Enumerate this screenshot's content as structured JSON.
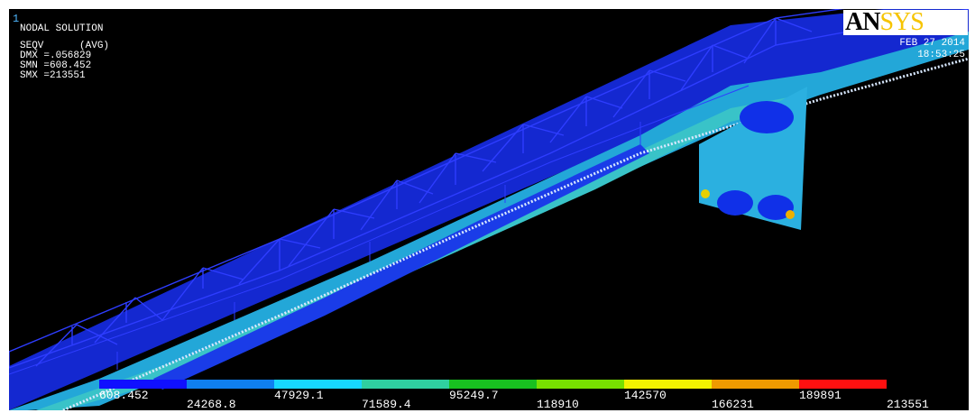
{
  "window_number": "1",
  "header": {
    "title": "NODAL SOLUTION",
    "result": "SEQV      (AVG)",
    "dmx": "DMX =.056829",
    "smn": "SMN =608.452",
    "smx": "SMX =213551"
  },
  "logo": {
    "part1": "AN",
    "part2": "SYS"
  },
  "datetime": {
    "date": "FEB 27 2014",
    "time": "18:53:25"
  },
  "legend": {
    "colors": [
      "#1010ff",
      "#0f7ff0",
      "#17d7ff",
      "#2fd0a0",
      "#18c020",
      "#78e000",
      "#f2f200",
      "#f09a00",
      "#ff1010"
    ],
    "upper_labels": [
      "608.452",
      "47929.1",
      "95249.7",
      "142570",
      "189891"
    ],
    "lower_labels": [
      "24268.8",
      "71589.4",
      "118910",
      "166231",
      "213551"
    ]
  }
}
